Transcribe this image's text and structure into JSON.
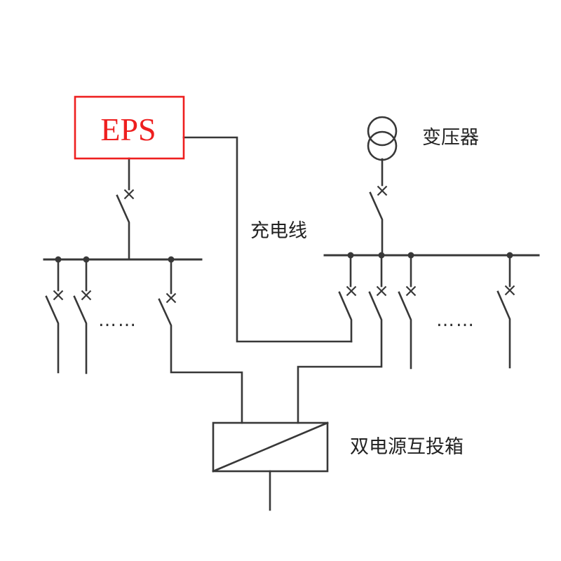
{
  "diagram": {
    "type": "electrical-single-line-diagram",
    "eps_label": "EPS",
    "transformer_label": "变压器",
    "charging_line_label": "充电线",
    "transfer_box_label": "双电源互投箱",
    "ellipsis_left": "……",
    "ellipsis_right": "……"
  },
  "colors": {
    "wire": "#383838",
    "eps_red": "#ee1f1f",
    "text": "#222222",
    "background": "#ffffff"
  }
}
